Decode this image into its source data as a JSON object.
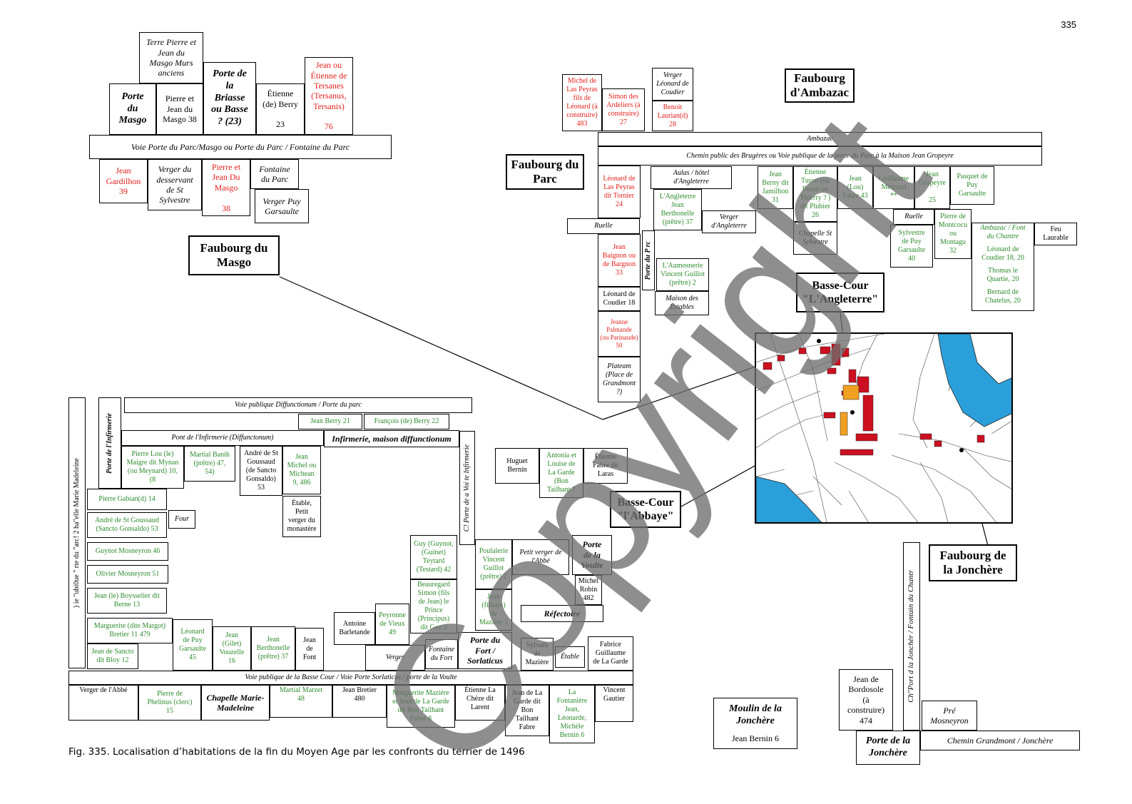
{
  "page_number": "335",
  "caption": "Fig. 335. Localisation d’habitations de la fin du Moyen Age par les confronts du terrier de 1496",
  "watermark": "Copyright",
  "titles": {
    "masgo": "Faubourg du\nMasgo",
    "parc": "Faubourg du\nParc",
    "ambazac": "Faubourg\nd'Ambazac",
    "angleterre": "Basse-Cour\n\"L'Angleterre\"",
    "abbaye": "Basse-Cour\n\"l'Abbaye\"",
    "jonchere": "Faubourg de\nla Jonchère"
  },
  "masgo": {
    "terre": "Terre Pierre et\nJean du\nMasgo Murs\nanciens",
    "porte_masgo": "Porte\ndu\nMasgo",
    "pierre_jean": "Pierre et\nJean du\nMasgo 38",
    "porte_briasse": "Porte de\nla\nBriasse\nou Basse\n? (23)",
    "etienne_berry": "Étienne\n(de) Berry\n\n23",
    "jean_etienne": "Jean ou\nÉtienne de\nTersanes\n(Tersanus,\nTersanis)\n\n76",
    "voie": "Voie Porte du Parc/Masgo ou Porte du Parc / Fontaine du Parc",
    "jean_gardilhon": "Jean\nGardilhon\n39",
    "verger_desservant": "Verger du\ndesservant\nde St\nSylvestre",
    "pierre_jean_du": "Pierre et\nJean Du\nMasgo\n\n38",
    "fontaine_parc": "Fontaine\ndu Parc",
    "verger_puy": "Verger Puy\nGarsaulte"
  },
  "parc": {
    "michel": "Michel de\nLas Peyras\nfils de\nLéonard (à\nconstruire)\n483",
    "simon": "Simon des\nArdeliers (à\nconstruire)\n27",
    "verger_leonard": "Verger\nLéonard de\nCoudier",
    "benoit": "Benoit\nLaurian(d)\n28",
    "ambazac": "Ambazac",
    "chemin": "Chemin public des Brugères ou Voie publique de la porte du Parc à la Maison Jean Gropeyre",
    "leonard_peyras": "Léonard de\nLas Peyras\ndit Tornier\n24",
    "aulas": "Aulas / hôtel\nd'Angleterre",
    "jean_berny": "Jean\nBerny dit\nJamilhon\n31",
    "etienne_turon": "Étienne\nTuron (ou\nFuron ou\nThierry ? )\ndit Plubier\n26",
    "jean_lou": "Jean\n(Lou)\nFaure 43",
    "guillaume": "Guillaume\nMesnard\n**",
    "jean_gropeyre": "Jean\nGropeyre\n\n25",
    "pasquet": "Pasquet de\nPuy\nGarsaulte",
    "langleterre": "L'Angleterre\nJean\nBerthonelle\n(prêtre) 37",
    "verger_angleterre": "Verger\nd'Angleterre",
    "ruelle1": "Ruelle",
    "chapelle_sylvestre": "Chapelle St\nSylvestre",
    "ruelle2": "Ruelle",
    "sylvestre": "Sylvestre\nde Puy\nGarsaulte\n40",
    "pierre_montcocu": "Pierre de\nMontcocu\nou\nMontagu\n32",
    "ambazac_font": "Ambazac / Font\ndu Chantre",
    "leonard_coudier_20": "Léonard de\nCoudier 18, 20",
    "thomas": "Thomas le\nQuartie, 20",
    "bernard": "Bernard de\nChatelus, 20",
    "feu_laurable": "Feu\nLaurable",
    "jean_baignon": "Jean\nBaignon ou\nde Bargnon\n33",
    "porte_parc_vert": "Porte du P  rc",
    "aumosnerie": "L'Aumosnerie\nVincent Guillot\n(prêtre) 2",
    "leonard_coudier_18": "Léonard de\nCoudier 18",
    "maison_estables": "Maison des\nEstables",
    "jeanne": "Jeanne\nPalmande\n(ou Parinaude)\n50",
    "plateam": "Plateam\n(Place de\nGrandmont\n?)"
  },
  "abbaye": {
    "voie_diff": "Voie publique Diffunctionum / Porte du parc",
    "marie_madeleine_vert": ")  ie \"ubi0ue \"  rte du \"arc! 2 ha\"elle   Marie Madeleine",
    "porte_infirmerie": "Porte de l'Infirmerie",
    "jean_berry": "Jean Berry 21",
    "francois": "François (de) Berry 22",
    "pont_infirmerie": "Pont de l'Infirmerie  (Diffunctonum)",
    "infirmerie_maison": "Infirmerie, maison diffunctionum",
    "pierre_lou": "Pierre Lou (le)\nMaigre dit Mynan\n(ou Meynard) 10,\n(8",
    "martial_banih": "Martial Banih\n(prêtre) 47,\n54)",
    "andre_goussaud_53": "André de St\nGoussaud\n(de Sancto\nGonsaldo)\n53",
    "jean_michel": "Jean\nMichel ou\nMichean\n9, 486",
    "porte_voie_vert": "C!  Porte de  a Voi  te Infirmerie",
    "huguet": "Huguet\nBernin",
    "antonia": "Antonia et\nLouise de\nLa Garde\n(Bon\nTailhant 7",
    "etienne_fabre": "Étienne\nFabre dit\nLaras",
    "pierre_gabian": "Pierre Gabian(d) 14",
    "etable": "Étable,\nPetit\nverger du\nmonastère",
    "andre_goussaud": "André de St Goussaud\n(Sancto Gonsaldo) 53",
    "four": "Four",
    "guynot": "Guynot Mosneyron 46",
    "olivier": "Olivier Mosneyron 51",
    "jean_boysselier": "Jean (le) Boysselier dit\nBerne 13",
    "guy_guynot": "Guy (Guynot,\n(Guinet)\nTeytard\n(Testard) 42",
    "poulalerie": "Poulalerie\nVincent\nGuillot\n(prêtre) 2",
    "petit_verger": "Petit verger de\nl'Abbé",
    "porte_voulte": "Porte\nde la\nVoulte",
    "michel_robin": "Michel\nRobin\n482",
    "beauregard": "Beauregard\nSimon  (fils\nde Jean) le\nPrince\n(Principus)\ndit Gay 3",
    "jean_filliam": "Jean\n(filliam)\nde\nMazière 1",
    "refectoire": "Réfectoire",
    "peyronne": "Peyronne\nde Vieux\n49",
    "antoine": "Antoine\nBarletande",
    "marguerite_margot": "Marguerite (dite Margot)\nBretier 11 479",
    "leonard_puy": "Léonard\nde Puy\nGarsaulte\n45",
    "jean_gilet": "Jean\n(Gilet)\nVouzelle\n16",
    "jean_berthonelle": "Jean\nBerthonelle\n(prêtre) 37",
    "jean_de_font": "Jean\nde\nFont",
    "jean_sancto": "Jean de Sancto\ndit Bloy 12",
    "verger": "Verger",
    "fontaine_fort": "Fontaine\ndu Fort",
    "porte_fort": "Porte du\nFort /\nSorlaticus",
    "sylvain": "Sylvain\nde\nMazière",
    "etable2": "Étable",
    "fabrice": "Fabrice\nGuillaume\nde La Garde",
    "voie_basse_cour": "Voie publique de la Basse Cour / Voie  Porte Sorlaticus / porte de la Voulte",
    "verger_abbe": "Verger de l'Abbé",
    "pierre_phelinus": "Pierre de\nPhelinus (clerc)\n15",
    "chapelle_mm": "Chapelle Marie-\nMadeleine",
    "martial_marzet": "Martial Marzet\n48",
    "jean_bretier": "Jean Bretier\n480",
    "marguerite_maziere": "Marguerite Mazière\net Jean de La Garde\ndit Bon Tailhant\nFabre 8",
    "etienne_la_cheze": "Étienne La\nChèze dit\nLarent",
    "jean_garde": "Jean de La\nGarde dit\nBon\nTailhant\nFabre",
    "la_fontaniere": "La\nFontanière\nJean,\nLéonarde,\nMichèle\nBernin 6",
    "vincent_gautier": "Vincent\nGautier"
  },
  "jonchere": {
    "moulin": "Moulin de la\nJonchère",
    "jean_bernin": "Jean Bernin 6",
    "jean_bordosole": "Jean de\nBordosole\n(à\nconstruire)\n474",
    "ch_port_vert": "Ch\"Port  d  la Jonchèr  / Fontain  du Chantr",
    "pre_mosneyron": "Pré\nMosneyron",
    "porte_jonchere": "Porte de la\nJonchère",
    "chemin_grandmont": "Chemin Grandmont / Jonchère"
  },
  "colors": {
    "red_text": "#e0201b",
    "green_text": "#2e8b2e",
    "map_water": "#2b9fd9",
    "map_building_red": "#cc1020",
    "map_building_orange": "#f0a020"
  }
}
